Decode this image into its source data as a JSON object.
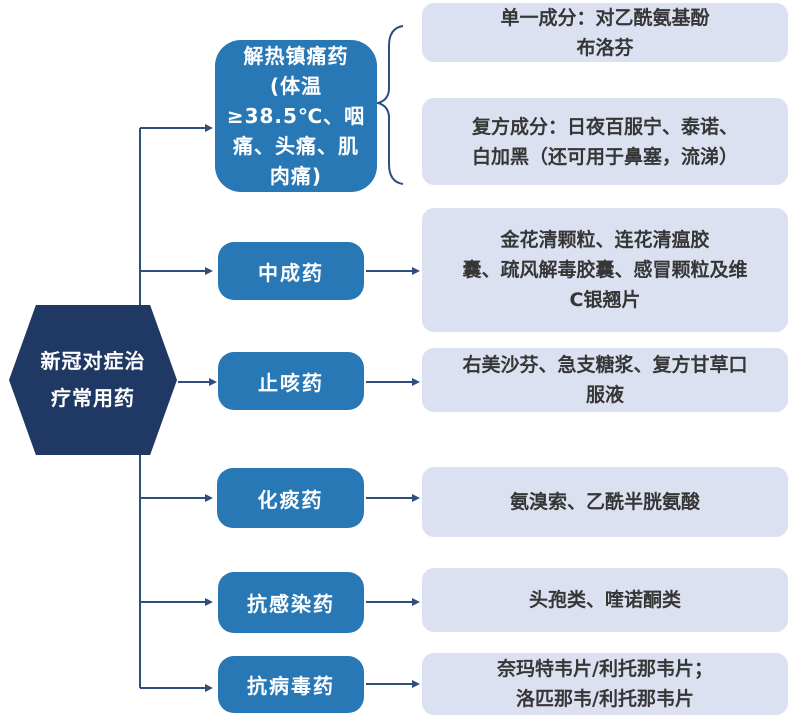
{
  "colors": {
    "root_fill": "#1F3864",
    "category_fill": "#2878B6",
    "detail_fill": "#DBE1F0",
    "connector": "#2E4E7E",
    "category_text": "#FFFFFF",
    "detail_text": "#363636"
  },
  "root": {
    "label": "新冠对症治疗常用药",
    "display": "新冠对症治\n疗常用药"
  },
  "categories": [
    {
      "label": "解热镇痛药(体温≥38.5℃、咽痛、头痛、肌肉痛)",
      "display": "解热镇痛药\n(体温\n≥38.5℃、咽\n痛、头痛、肌\n肉痛)",
      "children": [
        {
          "label": "单一成分：对乙酰氨基酚 布洛芬",
          "display": "单一成分：对乙酰氨基酚\n布洛芬"
        },
        {
          "label": "复方成分：日夜百服宁、泰诺、白加黑（还可用于鼻塞，流涕）",
          "display": "复方成分：日夜百服宁、泰诺、\n白加黑（还可用于鼻塞，流涕）"
        }
      ]
    },
    {
      "label": "中成药",
      "children": [
        {
          "label": "金花清颗粒、连花清瘟胶囊、疏风解毒胶囊、感冒颗粒及维C银翘片",
          "display": "金花清颗粒、连花清瘟胶\n囊、疏风解毒胶囊、感冒颗粒及维\nC银翘片"
        }
      ]
    },
    {
      "label": "止咳药",
      "children": [
        {
          "label": "右美沙芬、急支糖浆、复方甘草口服液",
          "display": "右美沙芬、急支糖浆、复方甘草口\n服液"
        }
      ]
    },
    {
      "label": "化痰药",
      "children": [
        {
          "label": "氨溴索、乙酰半胱氨酸",
          "display": "氨溴索、乙酰半胱氨酸"
        }
      ]
    },
    {
      "label": "抗感染药",
      "children": [
        {
          "label": "头孢类、喹诺酮类",
          "display": "头孢类、喹诺酮类"
        }
      ]
    },
    {
      "label": "抗病毒药",
      "children": [
        {
          "label": "奈玛特韦片/利托那韦片；洛匹那韦/利托那韦片",
          "display": "奈玛特韦片/利托那韦片；\n洛匹那韦/利托那韦片"
        }
      ]
    }
  ]
}
